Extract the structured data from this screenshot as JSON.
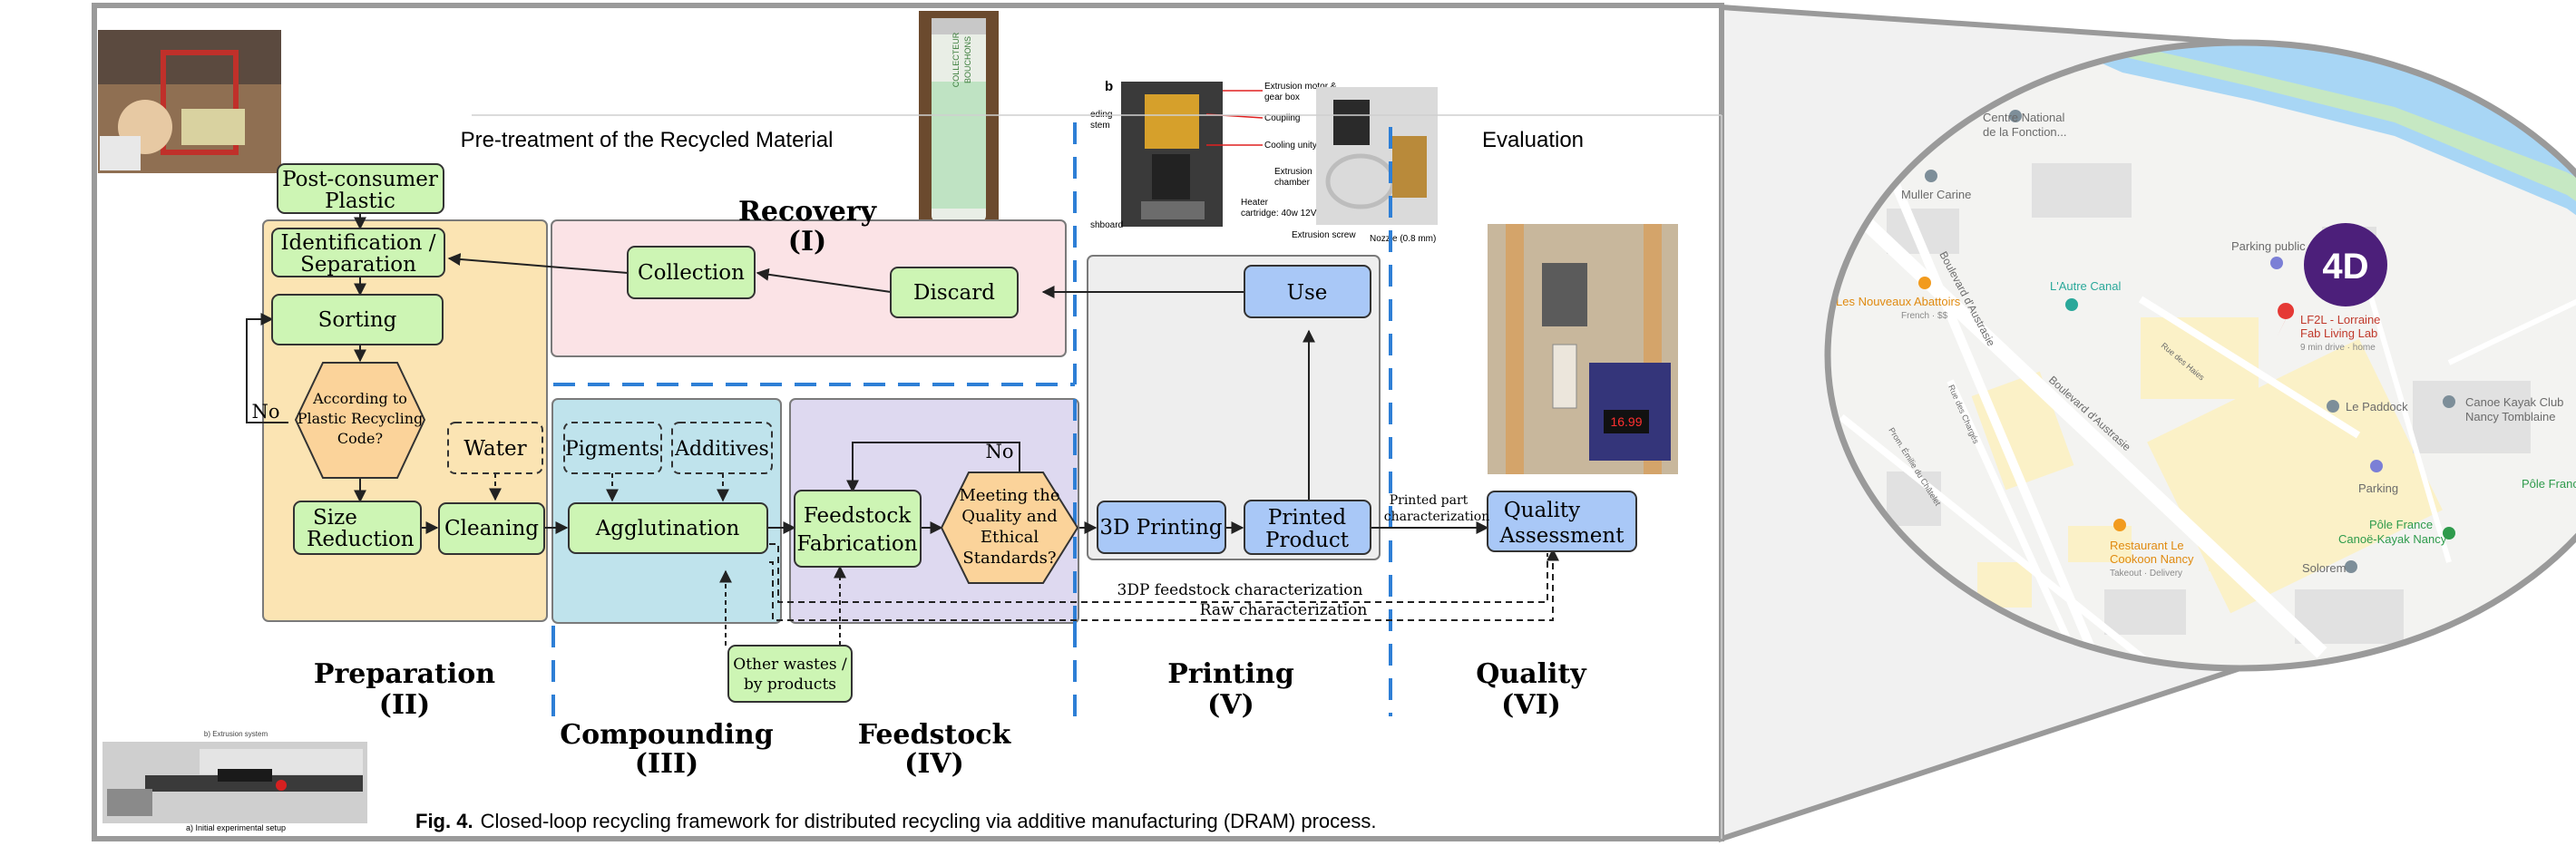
{
  "figure": {
    "header_pretreatment": "Pre-treatment of the Recycled Material",
    "header_evaluation": "Evaluation",
    "caption_label": "Fig. 4.",
    "caption_text": "Closed-loop recycling framework for distributed recycling via additive manufacturing (DRAM) process."
  },
  "stages": {
    "recovery": {
      "name": "Recovery",
      "num": "(I)"
    },
    "preparation": {
      "name": "Preparation",
      "num": "(II)"
    },
    "compounding": {
      "name": "Compounding",
      "num": "(III)"
    },
    "feedstock": {
      "name": "Feedstock",
      "num": "(IV)"
    },
    "printing": {
      "name": "Printing",
      "num": "(V)"
    },
    "quality": {
      "name": "Quality",
      "num": "(VI)"
    }
  },
  "nodes": {
    "post_consumer_1": "Post-consumer",
    "post_consumer_2": "Plastic",
    "identification_1": "Identification /",
    "identification_2": "Separation",
    "sorting": "Sorting",
    "decision_1": "According to",
    "decision_2": "Plastic Recycling",
    "decision_3": "Code?",
    "no_label": "No",
    "size_red_1": "Size",
    "size_red_2": "Reduction",
    "cleaning": "Cleaning",
    "water": "Water",
    "collection": "Collection",
    "discard": "Discard",
    "pigments": "Pigments",
    "additives": "Additives",
    "agglutination": "Agglutination",
    "other_wastes_1": "Other wastes /",
    "other_wastes_2": "by products",
    "feedstock_fab_1": "Feedstock",
    "feedstock_fab_2": "Fabrication",
    "meeting_1": "Meeting the",
    "meeting_2": "Quality and",
    "meeting_3": "Ethical",
    "meeting_4": "Standards?",
    "no_label_2": "No",
    "printing_3d": "3D Printing",
    "printed_product_1": "Printed",
    "printed_product_2": "Product",
    "use": "Use",
    "quality_assessment_1": "Quality",
    "quality_assessment_2": "Assessment",
    "printed_part_char_1": "Printed part",
    "printed_part_char_2": "characterization",
    "feedstock_char": "3DP feedstock characterization",
    "raw_char": "Raw characterization"
  },
  "photos": {
    "extruder_b": "b",
    "extrusion_motor_1": "Extrusion motor &",
    "extrusion_motor_2": "gear box",
    "coupling": "Coupling",
    "cooling_unity": "Cooling unity",
    "feeding_1": "eding",
    "feeding_2": "stem",
    "shboard": "shboard",
    "extrusion_chamber_1": "Extrusion",
    "extrusion_chamber_2": "chamber",
    "heater_1": "Heater",
    "heater_2": "cartridge: 40w 12V",
    "extrusion_screw": "Extrusion screw",
    "nozzle": "Nozzle (0.8 mm)",
    "meter_value": "16.99",
    "collector_1": "COLLECTEUR",
    "collector_2": "BOUCHONS",
    "setup_top": "b) Extrusion system",
    "setup_caption": "a) Initial experimental setup"
  },
  "map": {
    "logo_text": "4D",
    "places": [
      {
        "name": "Centre National",
        "line2": "de la Fonction..."
      },
      {
        "name": "Muller Carine"
      },
      {
        "name": "Parking public"
      },
      {
        "name": "LF2L - Lorraine",
        "line2": "Fab Living Lab",
        "line3": "9 min drive · home"
      },
      {
        "name": "L'Autre Canal"
      },
      {
        "name": "Les Nouveaux Abattoirs",
        "line2": "French · $$"
      },
      {
        "name": "Boulevard d'Austrasie"
      },
      {
        "name": "Boulevard d'Austrasie"
      },
      {
        "name": "Le Paddock"
      },
      {
        "name": "Canoe Kayak Club",
        "line2": "Nancy Tomblaine"
      },
      {
        "name": "Parking"
      },
      {
        "name": "Pôle France"
      },
      {
        "name": "Pôle France",
        "line2": "Canoë-Kayak Nancy"
      },
      {
        "name": "Restaurant Le",
        "line2": "Cookoon Nancy",
        "line3": "Takeout · Delivery"
      },
      {
        "name": "Solorem"
      },
      {
        "name": "Rue des Haies"
      },
      {
        "name": "Rue des Chargés"
      },
      {
        "name": "Prom. Émilie du Châtelet"
      }
    ]
  },
  "colors": {
    "preparation": "#fbe4b3",
    "recovery": "#fbe3e6",
    "compounding": "#bfe3ec",
    "feedstock": "#ded9f0",
    "printing": "#eeeeee",
    "green_node": "#cdf5b4",
    "orange_node": "#fbd39a",
    "blue_node": "#a9c8f7",
    "dashed_blue": "#2e7fd6",
    "map_purple": "#4c1f7a",
    "map_pin": "#e53935",
    "water": "#a8d6f5"
  }
}
